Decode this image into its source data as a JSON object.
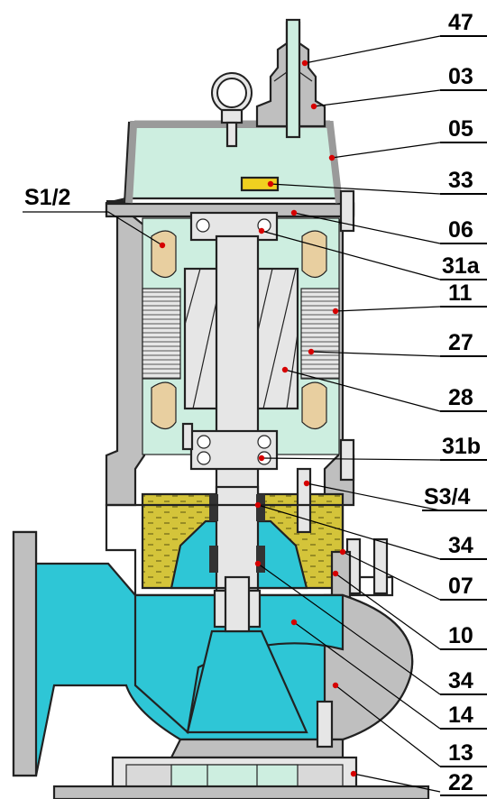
{
  "labels_right": [
    {
      "id": "lbl-47",
      "text": "47"
    },
    {
      "id": "lbl-03",
      "text": "03"
    },
    {
      "id": "lbl-05",
      "text": "05"
    },
    {
      "id": "lbl-33",
      "text": "33"
    },
    {
      "id": "lbl-06",
      "text": "06"
    },
    {
      "id": "lbl-31a",
      "text": "31a"
    },
    {
      "id": "lbl-11",
      "text": "11"
    },
    {
      "id": "lbl-27",
      "text": "27"
    },
    {
      "id": "lbl-28",
      "text": "28"
    },
    {
      "id": "lbl-31b",
      "text": "31b"
    },
    {
      "id": "lbl-s34",
      "text": "S3/4"
    },
    {
      "id": "lbl-34a",
      "text": "34"
    },
    {
      "id": "lbl-07",
      "text": "07"
    },
    {
      "id": "lbl-10",
      "text": "10"
    },
    {
      "id": "lbl-34b",
      "text": "34"
    },
    {
      "id": "lbl-14",
      "text": "14"
    },
    {
      "id": "lbl-13",
      "text": "13"
    },
    {
      "id": "lbl-22",
      "text": "22"
    }
  ],
  "label_left": {
    "text": "S1/2"
  },
  "colors": {
    "motor_housing": "#cdeee0",
    "oil_chamber": "#d4c43a",
    "pump_fluid": "#2ec6d6",
    "metal_gray": "#bfbfbf",
    "metal_light": "#e6e6e6",
    "winding_tan": "#e8cfa0",
    "pointer_dot": "#d60000"
  }
}
